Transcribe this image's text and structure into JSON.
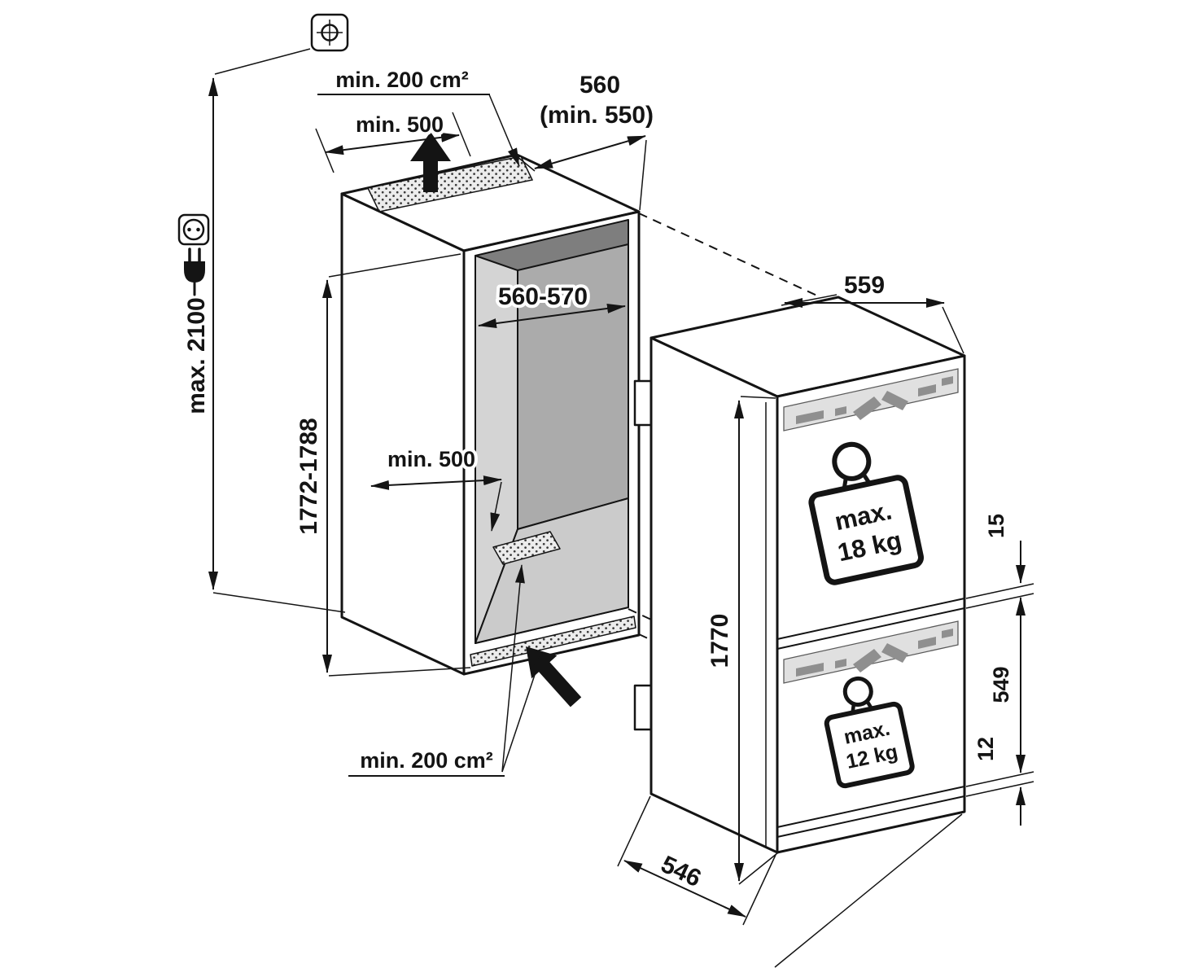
{
  "labels": {
    "niche_vent_top": "min. 200 cm²",
    "niche_top_clearance": "min. 500",
    "niche_depth_main": "560",
    "niche_depth_min": "(min. 550)",
    "room_max_height": "max. 2100",
    "niche_width": "560-570",
    "niche_height": "1772-1788",
    "niche_inner_clearance": "min. 500",
    "niche_vent_bottom": "min. 200 cm²",
    "appliance_width": "559",
    "appliance_height": "1770",
    "appliance_depth": "546",
    "upper_door_load_prefix": "max.",
    "upper_door_load": "18 kg",
    "lower_door_load_prefix": "max.",
    "lower_door_load": "12 kg",
    "gap_between_doors": "15",
    "lower_door_height": "549",
    "bottom_gap": "12"
  },
  "icons": {
    "ceiling_reference": "ceiling-reference-icon",
    "power_socket": "power-socket-icon",
    "power_plug": "power-plug-icon",
    "airflow_up": "airflow-up-arrow-icon",
    "airflow_in": "airflow-in-arrow-icon",
    "load_upper": "weight-18kg-icon",
    "load_lower": "weight-12kg-icon"
  },
  "colors": {
    "line": "#141414",
    "interior_back_wall": "#ababab",
    "interior_side_wall": "#d4d4d4",
    "interior_floor": "#cbcbcb",
    "interior_top": "#7e7e7e",
    "vent_fill": "#ececec",
    "hardware_strip": "#e0e0e0",
    "background": "#ffffff"
  }
}
